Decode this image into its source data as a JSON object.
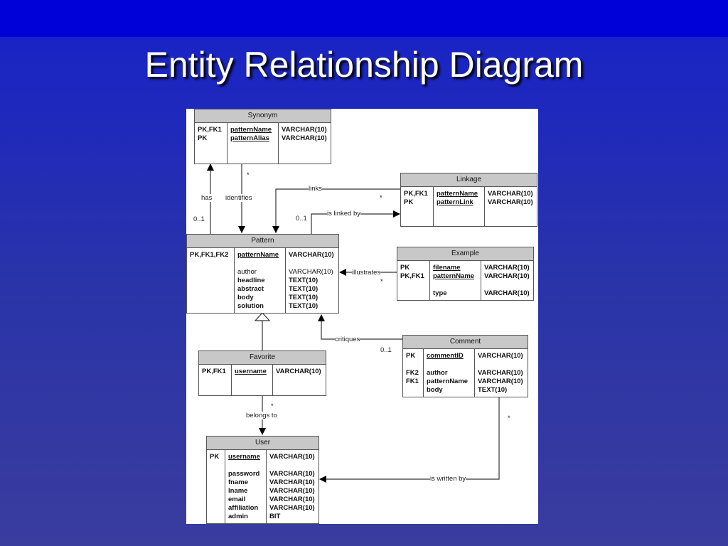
{
  "slide": {
    "title": "Entity Relationship Diagram"
  },
  "entities": {
    "synonym": {
      "name": "Synonym",
      "keys": [
        "PK,FK1",
        "PK"
      ],
      "fields": [
        "patternName",
        "patternAlias"
      ],
      "types": [
        "VARCHAR(10)",
        "VARCHAR(10)"
      ]
    },
    "linkage": {
      "name": "Linkage",
      "keys": [
        "PK,FK1",
        "PK"
      ],
      "fields": [
        "patternName",
        "patternLink"
      ],
      "types": [
        "VARCHAR(10)",
        "VARCHAR(10)"
      ]
    },
    "pattern": {
      "name": "Pattern",
      "keys": [
        "PK,FK1,FK2"
      ],
      "pk_field": "patternName",
      "pk_type": "VARCHAR(10)",
      "fields": [
        "author",
        "headline",
        "abstract",
        "body",
        "solution"
      ],
      "types": [
        "VARCHAR(10)",
        "TEXT(10)",
        "TEXT(10)",
        "TEXT(10)",
        "TEXT(10)"
      ]
    },
    "example": {
      "name": "Example",
      "keys": [
        "PK",
        "PK,FK1"
      ],
      "fields": [
        "filename",
        "patternName"
      ],
      "types": [
        "VARCHAR(10)",
        "VARCHAR(10)"
      ],
      "extra_field": "type",
      "extra_type": "VARCHAR(10)"
    },
    "favorite": {
      "name": "Favorite",
      "keys": [
        "PK,FK1"
      ],
      "fields": [
        "username"
      ],
      "types": [
        "VARCHAR(10)"
      ]
    },
    "comment": {
      "name": "Comment",
      "keys": [
        "PK"
      ],
      "pk_field": "commentID",
      "pk_type": "VARCHAR(10)",
      "fk_keys": [
        "FK2",
        "FK1"
      ],
      "fields": [
        "author",
        "patternName",
        "body"
      ],
      "types": [
        "VARCHAR(10)",
        "VARCHAR(10)",
        "TEXT(10)"
      ]
    },
    "user": {
      "name": "User",
      "keys": [
        "PK"
      ],
      "pk_field": "username",
      "pk_type": "VARCHAR(10)",
      "fields": [
        "password",
        "fname",
        "lname",
        "email",
        "affiliation",
        "admin"
      ],
      "types": [
        "VARCHAR(10)",
        "VARCHAR(10)",
        "VARCHAR(10)",
        "VARCHAR(10)",
        "VARCHAR(10)",
        "BIT"
      ]
    }
  },
  "relations": {
    "has": "has",
    "has_card": "0..1",
    "identifies": "identifies",
    "identifies_card": "*",
    "links": "links",
    "links_card": "*",
    "is_linked_by": "is linked by",
    "is_linked_by_card": "0..1",
    "illustrates": "illustrates",
    "illustrates_card": "*",
    "critiques": "critiques",
    "critiques_card": "0..1",
    "belongs_to": "belongs to",
    "belongs_to_card": "*",
    "is_written_by": "is written by",
    "is_written_by_card": "*"
  }
}
